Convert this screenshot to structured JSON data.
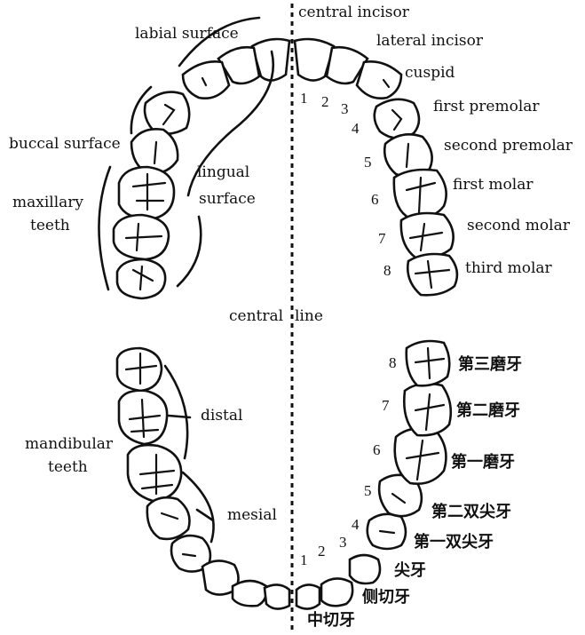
{
  "labels": {
    "central_incisor": "central incisor",
    "lateral_incisor": "lateral incisor",
    "cuspid": "cuspid",
    "first_premolar": "first premolar",
    "second_premolar": "second premolar",
    "first_molar": "first molar",
    "second_molar": "second molar",
    "third_molar": "third molar",
    "labial_surface": "labial surface",
    "buccal_surface": "buccal surface",
    "maxillary_teeth": "maxillary\nteeth",
    "lingual_surface": "lingual\nsurface",
    "central_line": "central line",
    "mandibular_teeth": "mandibular\nteeth",
    "distal": "distal",
    "mesial": "mesial"
  },
  "upper_numbers": [
    "1",
    "2",
    "3",
    "4",
    "5",
    "6",
    "7",
    "8"
  ],
  "lower_numbers": [
    "1",
    "2",
    "3",
    "4",
    "5",
    "6",
    "7",
    "8"
  ],
  "chinese": {
    "third_molar": "第三磨牙",
    "second_molar": "第二磨牙",
    "first_molar": "第一磨牙",
    "second_premolar": "第二双尖牙",
    "first_premolar": "第一双尖牙",
    "cuspid": "尖牙",
    "lateral_incisor": "侧切牙",
    "central_incisor": "中切牙"
  }
}
